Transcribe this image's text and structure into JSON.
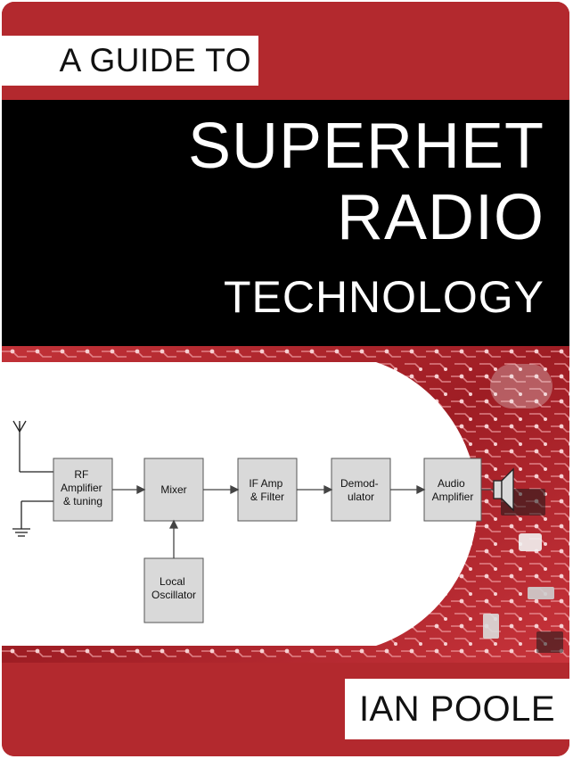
{
  "header": {
    "guide_label": "A GUIDE TO"
  },
  "title": {
    "line1": "SUPERHET",
    "line2": "RADIO",
    "line3": "TECHNOLOGY"
  },
  "author": "IAN POOLE",
  "diagram": {
    "rf_block": [
      "RF",
      "Amplifier",
      "& tuning"
    ],
    "mixer_block": [
      "Mixer"
    ],
    "if_block": [
      "IF Amp",
      "& Filter"
    ],
    "demod_block": [
      "Demod-",
      "ulator"
    ],
    "audio_block": [
      "Audio",
      "Amplifier"
    ],
    "lo_block": [
      "Local",
      "Oscillator"
    ]
  },
  "colors": {
    "brand_red": "#b3292e",
    "title_band": "#000000",
    "block_fill": "#d9d9d9"
  }
}
